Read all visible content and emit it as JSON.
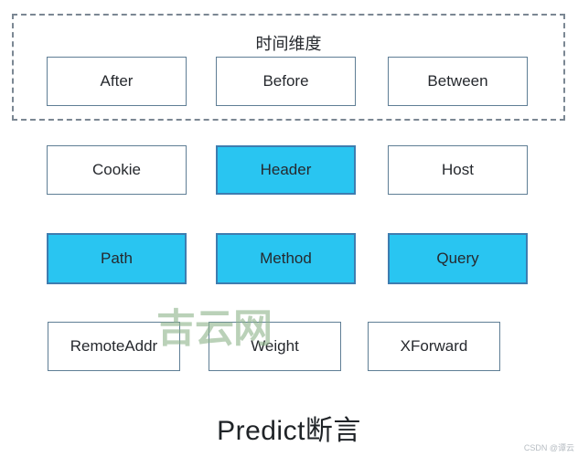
{
  "title": "Predict断言",
  "time_group": {
    "label": "时间维度",
    "boxes": [
      {
        "label": "After",
        "highlighted": false
      },
      {
        "label": "Before",
        "highlighted": false
      },
      {
        "label": "Between",
        "highlighted": false
      }
    ]
  },
  "rows": [
    {
      "boxes": [
        {
          "label": "Cookie",
          "highlighted": false
        },
        {
          "label": "Header",
          "highlighted": true
        },
        {
          "label": "Host",
          "highlighted": false
        }
      ]
    },
    {
      "boxes": [
        {
          "label": "Path",
          "highlighted": true
        },
        {
          "label": "Method",
          "highlighted": true
        },
        {
          "label": "Query",
          "highlighted": true
        }
      ]
    },
    {
      "boxes": [
        {
          "label": "RemoteAddr",
          "highlighted": false
        },
        {
          "label": "Weight",
          "highlighted": false
        },
        {
          "label": "XForward",
          "highlighted": false
        }
      ]
    }
  ],
  "watermarks": {
    "center": "吉云网",
    "corner": "CSDN @谭云"
  },
  "colors": {
    "highlight_fill": "#29c5f1",
    "highlight_border": "#3e7db0",
    "box_border": "#5f7e95",
    "dashed_border": "#7b8793",
    "text": "#26292e",
    "watermark_green": "#8cb288"
  }
}
